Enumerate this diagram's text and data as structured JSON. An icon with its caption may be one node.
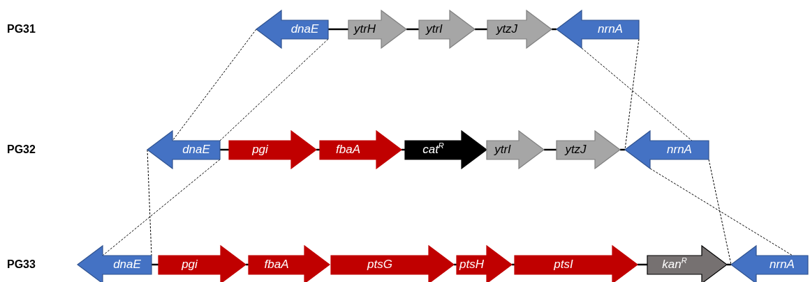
{
  "diagram": {
    "nodes": [
      {
        "text": [
          "dnaE"
        ]
      },
      {
        "text": [
          "ytrH"
        ]
      },
      {
        "text": [
          "ytrI"
        ]
      },
      {
        "text": [
          "ytzJ"
        ]
      },
      {
        "text": [
          "nrnA"
        ]
      },
      {
        "text": [
          "dnaE"
        ]
      },
      {
        "text": [
          "pgi"
        ]
      },
      {
        "text": [
          "fbaA"
        ]
      },
      {
        "text": [
          "cat$^{R}$"
        ]
      },
      {
        "text": [
          "ytrI"
        ]
      },
      {
        "text": [
          "ytzJ"
        ]
      },
      {
        "text": [
          "nrnA"
        ]
      },
      {
        "text": [
          "dnaE"
        ]
      },
      {
        "text": [
          "pgi"
        ]
      },
      {
        "text": [
          "fbaA"
        ]
      },
      {
        "text": [
          "ptsG"
        ]
      },
      {
        "text": [
          "ptsH"
        ]
      },
      {
        "text": [
          "ptsI"
        ]
      },
      {
        "text": [
          "kan$^{R}$"
        ]
      },
      {
        "text": [
          "nrnA"
        ]
      }
    ],
    "edges": [
      {
        "from": 0,
        "to": 1,
        "arrow": "none"
      },
      {
        "from": 1,
        "to": 2,
        "arrow": "none"
      },
      {
        "from": 2,
        "to": 3,
        "arrow": "none"
      },
      {
        "from": 3,
        "to": 4,
        "arrow": "none"
      },
      {
        "from": 5,
        "to": 6,
        "arrow": "none"
      },
      {
        "from": 6,
        "to": 7,
        "arrow": "none"
      },
      {
        "from": 7,
        "to": 8,
        "arrow": "none"
      },
      {
        "from": 9,
        "to": 10,
        "arrow": "none"
      },
      {
        "from": 10,
        "to": 11,
        "arrow": "none"
      },
      {
        "from": 12,
        "to": 13,
        "arrow": "none"
      },
      {
        "from": 13,
        "to": 14,
        "arrow": "none"
      },
      {
        "from": 15,
        "to": 16,
        "arrow": "none"
      },
      {
        "from": 16,
        "to": 17,
        "arrow": "none"
      },
      {
        "from": 17,
        "to": 18,
        "arrow": "none"
      },
      {
        "from": 18,
        "to": 19,
        "arrow": "none"
      },
      {
        "from": 0,
        "to": 5,
        "arrow": "none",
        "style": "dashed"
      },
      {
        "from": 0,
        "to": 5,
        "arrow": "none",
        "style": "dashed"
      },
      {
        "from": 4,
        "to": 11,
        "arrow": "none",
        "style": "dashed"
      },
      {
        "from": 4,
        "to": 11,
        "arrow": "none",
        "style": "dashed"
      },
      {
        "from": 5,
        "to": 12,
        "arrow": "none",
        "style": "dashed"
      },
      {
        "from": 5,
        "to": 12,
        "arrow": "none",
        "style": "dashed"
      },
      {
        "from": 11,
        "to": 19,
        "arrow": "none",
        "style": "dashed"
      },
      {
        "from": 11,
        "to": 19,
        "arrow": "none",
        "style": "dashed"
      }
    ],
    "labels": [
      "PG31",
      "PG32",
      "PG33"
    ]
  }
}
